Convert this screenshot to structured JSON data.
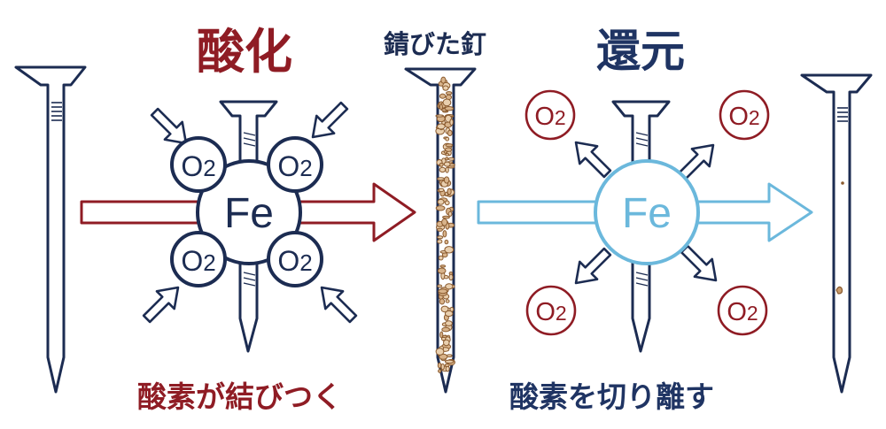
{
  "oxidation": {
    "title": "酸化",
    "caption": "酸素が結びつく",
    "center_label": "Fe",
    "oxygen_label": "O2",
    "oxygen_label_main": "O",
    "oxygen_label_sub": "2",
    "color": "#8f1c24"
  },
  "rusty_nail": {
    "label": "錆びた釘",
    "rust_color": "#8a5a2e"
  },
  "reduction": {
    "title": "還元",
    "caption": "酸素を切り離す",
    "center_label": "Fe",
    "oxygen_label": "O2",
    "oxygen_label_main": "O",
    "oxygen_label_sub": "2",
    "color": "#1f3463",
    "accent_color": "#6bb8dc"
  },
  "outline_color": "#1c2c52"
}
